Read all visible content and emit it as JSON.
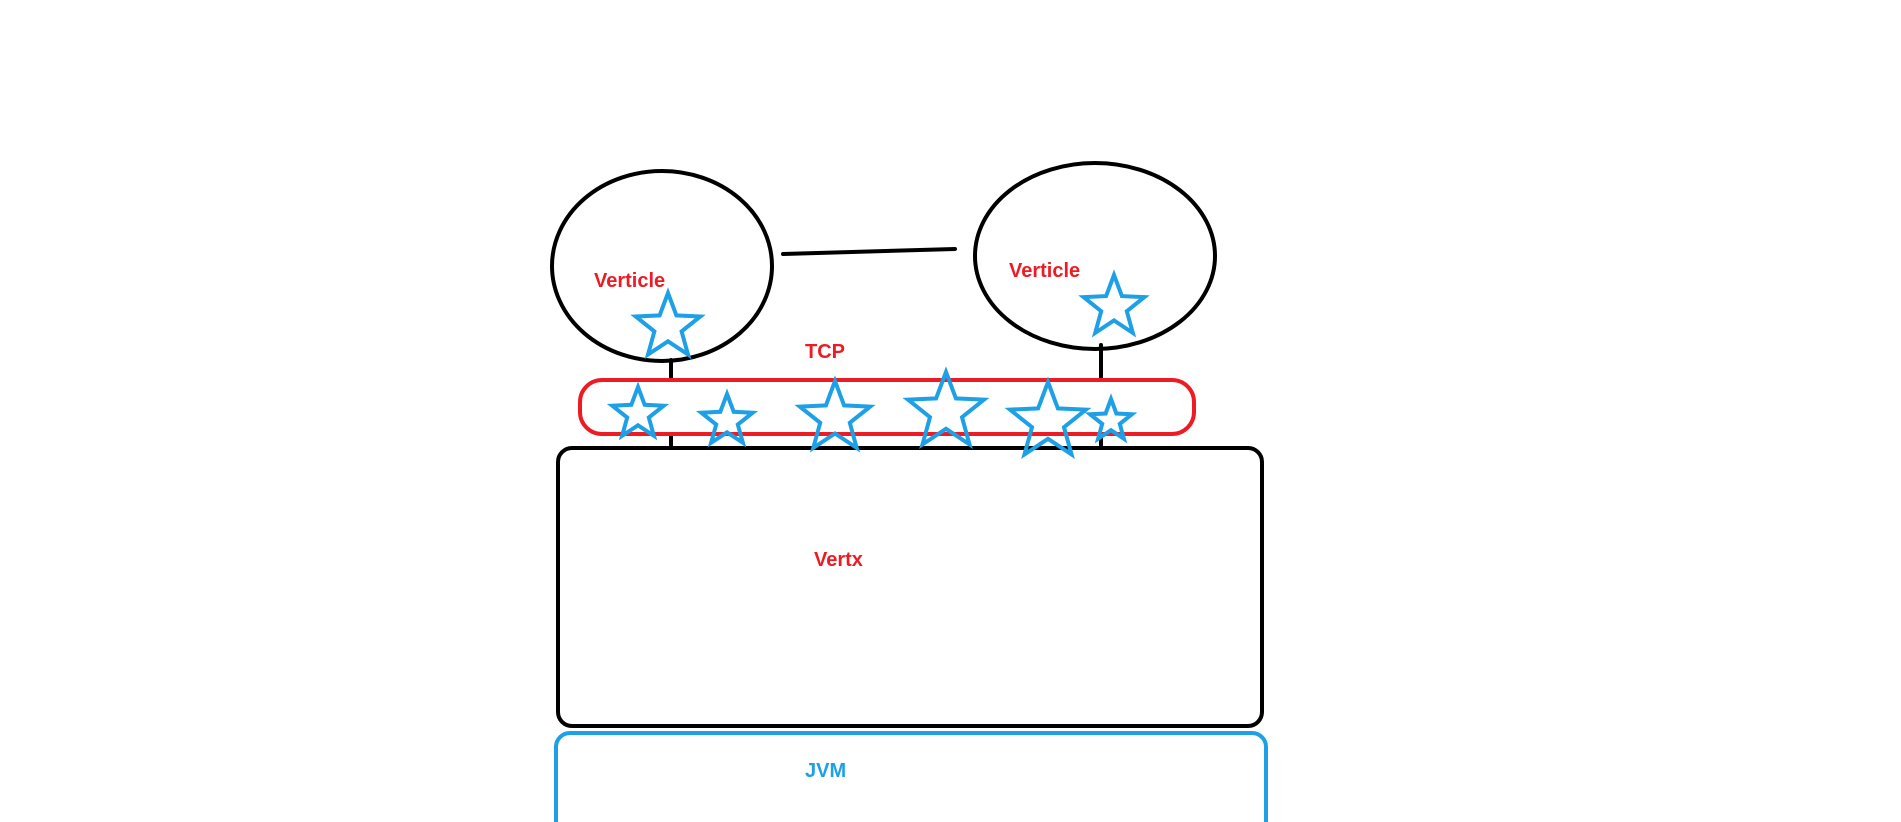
{
  "diagram": {
    "verticle_left": {
      "label": "Verticle"
    },
    "verticle_right": {
      "label": "Verticle"
    },
    "tcp": {
      "label": "TCP"
    },
    "vertx": {
      "label": "Vertx"
    },
    "jvm": {
      "label": "JVM"
    }
  },
  "colors": {
    "outline": "#000000",
    "label_red": "#ed1c24",
    "tcp_border": "#ed1c24",
    "star_blue": "#1ea0e6",
    "jvm_blue": "#1ea0e6",
    "background": "#ffffff"
  },
  "icons": {
    "star": "star-icon"
  }
}
